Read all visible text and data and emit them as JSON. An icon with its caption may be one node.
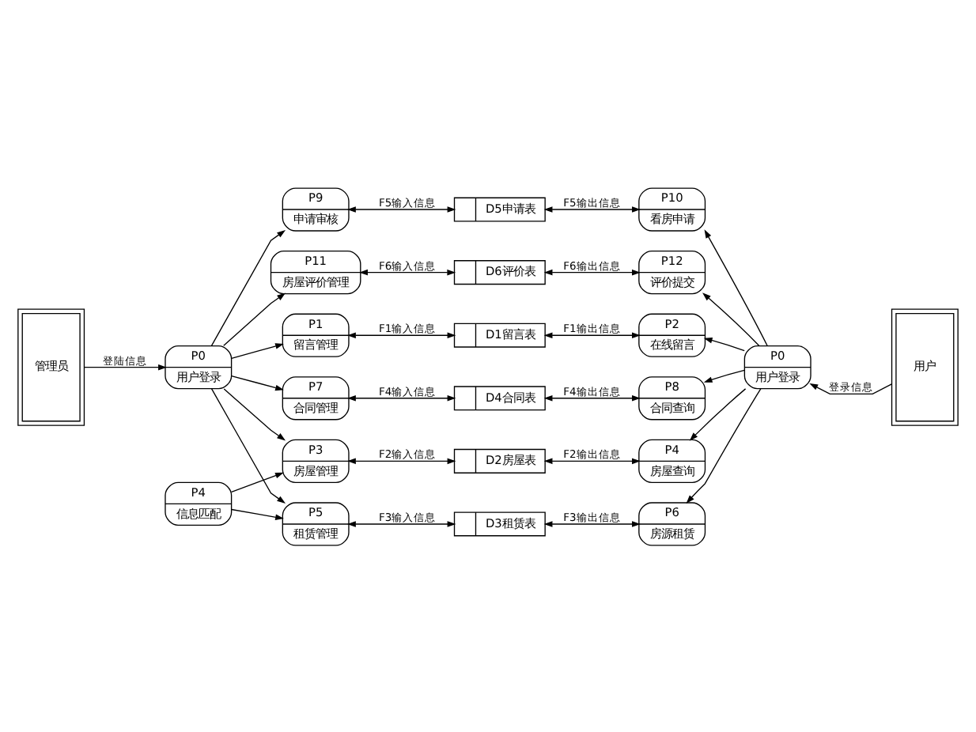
{
  "diagram": {
    "nodes": [
      {
        "text": [
          "管理员"
        ]
      },
      {
        "text": [
          "P0",
          "用户登录"
        ]
      },
      {
        "text": [
          "P1",
          "留言管理"
        ]
      },
      {
        "text": [
          "D1留言表"
        ]
      },
      {
        "text": [
          "P2",
          "在线留言"
        ]
      },
      {
        "text": [
          "P3",
          "房屋管理"
        ]
      },
      {
        "text": [
          "D2房屋表"
        ]
      },
      {
        "text": [
          "P4",
          "房屋查询"
        ]
      },
      {
        "text": [
          "P4",
          "信息匹配"
        ]
      },
      {
        "text": [
          "P5",
          "租赁管理"
        ]
      },
      {
        "text": [
          "D3租赁表"
        ]
      },
      {
        "text": [
          "P6",
          "房源租赁"
        ]
      },
      {
        "text": [
          "P0",
          "用户登录"
        ]
      },
      {
        "text": [
          "用户"
        ]
      },
      {
        "text": [
          "P7",
          "合同管理"
        ]
      },
      {
        "text": [
          "D4合同表"
        ]
      },
      {
        "text": [
          "P8",
          "合同查询"
        ]
      },
      {
        "text": [
          "P9",
          "申请审核"
        ]
      },
      {
        "text": [
          "D5申请表"
        ]
      },
      {
        "text": [
          "P10",
          "看房申请"
        ]
      },
      {
        "text": [
          "P11",
          "房屋评价管理"
        ]
      },
      {
        "text": [
          "D6评价表"
        ]
      },
      {
        "text": [
          "P12",
          "评价提交"
        ]
      }
    ],
    "edges": [
      {
        "from": 0,
        "to": 1,
        "arrow": "to",
        "label": "登陆信息"
      },
      {
        "from": 1,
        "to": 2,
        "arrow": "to"
      },
      {
        "from": 1,
        "to": 5,
        "arrow": "to"
      },
      {
        "from": 1,
        "to": 9,
        "arrow": "to"
      },
      {
        "from": 1,
        "to": 14,
        "arrow": "to"
      },
      {
        "from": 1,
        "to": 17,
        "arrow": "to"
      },
      {
        "from": 1,
        "to": 20,
        "arrow": "to"
      },
      {
        "from": 2,
        "to": 3,
        "arrow": "both",
        "label": "F1输入信息"
      },
      {
        "from": 3,
        "to": 4,
        "arrow": "both",
        "label": "F1输出信息"
      },
      {
        "from": 5,
        "to": 6,
        "arrow": "both",
        "label": "F2输入信息"
      },
      {
        "from": 6,
        "to": 7,
        "arrow": "both",
        "label": "F2输出信息"
      },
      {
        "from": 8,
        "to": 5,
        "arrow": "to"
      },
      {
        "from": 8,
        "to": 9,
        "arrow": "to"
      },
      {
        "from": 9,
        "to": 10,
        "arrow": "both",
        "label": "F3输入信息"
      },
      {
        "from": 10,
        "to": 11,
        "arrow": "both",
        "label": "F3输出信息"
      },
      {
        "from": 14,
        "to": 15,
        "arrow": "both",
        "label": "F4输入信息"
      },
      {
        "from": 15,
        "to": 16,
        "arrow": "both",
        "label": "F4输出信息"
      },
      {
        "from": 17,
        "to": 18,
        "arrow": "both",
        "label": "F5输入信息"
      },
      {
        "from": 18,
        "to": 19,
        "arrow": "both",
        "label": "F5输出信息"
      },
      {
        "from": 20,
        "to": 21,
        "arrow": "both",
        "label": "F6输入信息"
      },
      {
        "from": 21,
        "to": 22,
        "arrow": "both",
        "label": "F6输出信息"
      },
      {
        "from": 13,
        "to": 12,
        "arrow": "to",
        "label": "登录信息"
      },
      {
        "from": 12,
        "to": 4,
        "arrow": "to"
      },
      {
        "from": 12,
        "to": 7,
        "arrow": "to"
      },
      {
        "from": 12,
        "to": 11,
        "arrow": "to"
      },
      {
        "from": 12,
        "to": 16,
        "arrow": "to"
      },
      {
        "from": 12,
        "to": 19,
        "arrow": "to"
      },
      {
        "from": 12,
        "to": 22,
        "arrow": "to"
      }
    ]
  }
}
